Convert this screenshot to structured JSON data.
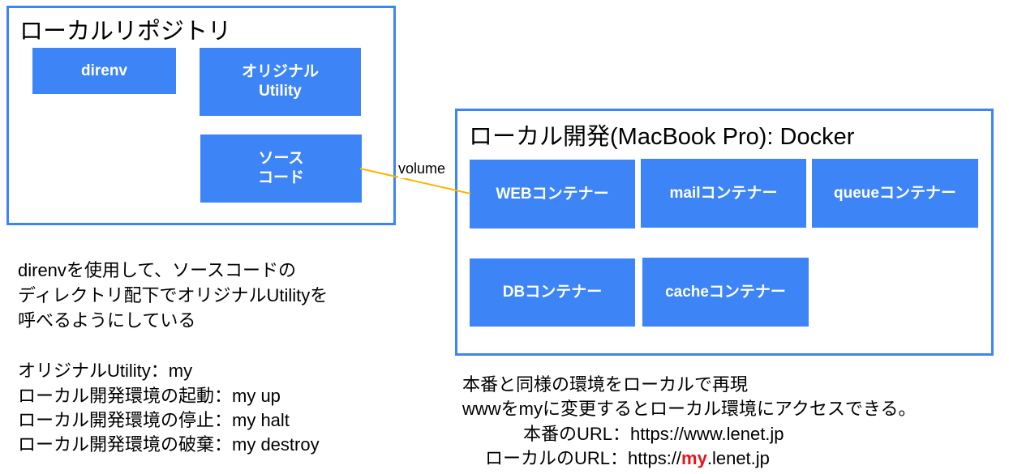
{
  "local_repo": {
    "title": "ローカルリポジトリ",
    "boxes": [
      "direnv",
      "オリジナル\nUtility",
      "ソース\nコード"
    ]
  },
  "local_dev": {
    "title": "ローカル開発(MacBook Pro): Docker",
    "containers": [
      "WEBコンテナー",
      "mailコンテナー",
      "queueコンテナー",
      "DBコンテナー",
      "cacheコンテナー"
    ]
  },
  "connector": {
    "label": "volume",
    "color": "#f9b500"
  },
  "notes_left": {
    "desc": [
      "direnvを使用して、ソースコードの",
      "ディレクトリ配下でオリジナルUtilityを",
      "呼べるようにしている"
    ],
    "commands": [
      "オリジナルUtility：my",
      "ローカル開発環境の起動：my up",
      "ローカル開発環境の停止：my halt",
      "ローカル開発環境の破棄：my destroy"
    ]
  },
  "notes_right": {
    "lines": [
      "本番と同様の環境をローカルで再現",
      "wwwをmyに変更するとローカル環境にアクセスできる。"
    ],
    "prod_url_label": "本番のURL：https://www.lenet.jp",
    "local_url_prefix": "ローカルのURL：https://",
    "local_url_highlight": "my",
    "local_url_suffix": ".lenet.jp"
  },
  "colors": {
    "box": "#3d85f6",
    "highlight": "#e8141c"
  }
}
